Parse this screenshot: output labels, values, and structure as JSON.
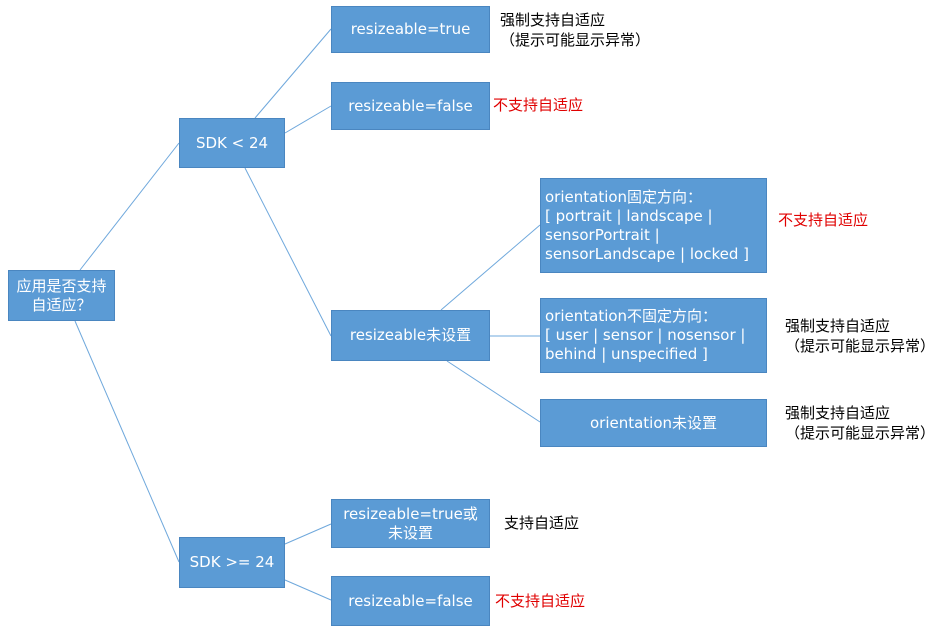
{
  "nodes": {
    "root": "应用是否支持\n自适应？",
    "sdk_lt_24": "SDK < 24",
    "sdk_ge_24": "SDK >= 24",
    "lt_resizeable_true": "resizeable=true",
    "lt_resizeable_false": "resizeable=false",
    "lt_resizeable_unset": "resizeable未设置",
    "orient_fixed": "orientation固定方向：\n[ portrait | landscape |\nsensorPortrait |\nsensorLandscape | locked ]",
    "orient_not_fixed": "orientation不固定方向：\n[ user | sensor | nosensor |\nbehind | unspecified ]",
    "orient_unset": "orientation未设置",
    "ge_resizeable_true_or_unset": "resizeable=true或\n未设置",
    "ge_resizeable_false": "resizeable=false"
  },
  "notes": {
    "lt_true": "强制支持自适应\n（提示可能显示异常）",
    "lt_false": "不支持自适应",
    "orient_fixed": "不支持自适应",
    "orient_not_fixed": "强制支持自适应\n（提示可能显示异常）",
    "orient_unset": "强制支持自适应\n（提示可能显示异常）",
    "ge_true_or_unset": "支持自适应",
    "ge_false": "不支持自适应"
  },
  "colors": {
    "node_fill": "#5b9bd5",
    "node_text": "#ffffff",
    "edge": "#5b9bd5",
    "note_default": "#000000",
    "note_negative": "#e00000"
  }
}
